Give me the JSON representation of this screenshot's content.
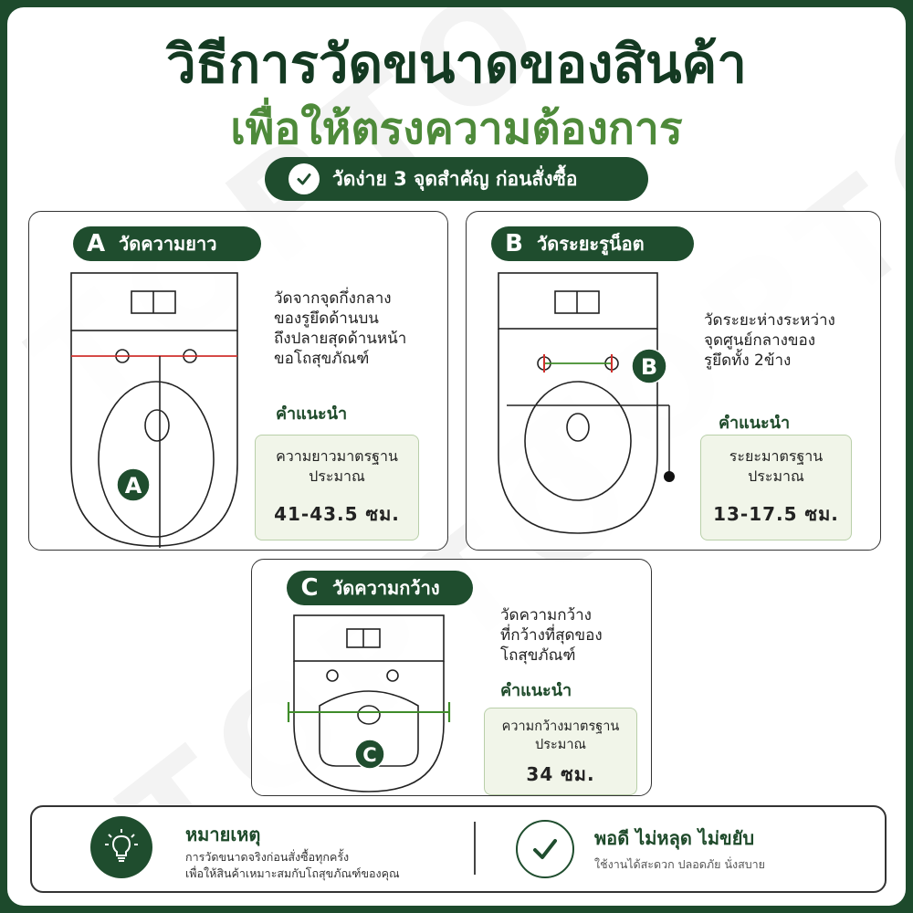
{
  "header": {
    "title": "วิธีการวัดขนาดของสินค้า",
    "subtitle": "เพื่อให้ตรงความต้องการ",
    "pill_text": "วัดง่าย 3 จุดสำคัญ ก่อนสั่งซื้อ",
    "watermark": "TOPTO"
  },
  "panels": [
    {
      "letter": "A",
      "title": "วัดความยาว",
      "description": [
        "วัดจากจุดกึ่งกลาง",
        "ของรูยึดด้านบน",
        "ถึงปลายสุดด้านหน้า",
        "ขอโถสุขภัณฑ์"
      ],
      "tip_heading": "คำแนะนำ",
      "rec_lines": [
        "ความยาวมาตรฐาน",
        "ประมาณ"
      ],
      "rec_value": "41-43.5 ซม."
    },
    {
      "letter": "B",
      "title": "วัดระยะรูน็อต",
      "description": [
        "วัดระยะห่างระหว่าง",
        "จุดศูนย์กลางของ",
        "รูยึดทั้ง 2ข้าง"
      ],
      "tip_heading": "คำแนะนำ",
      "rec_lines": [
        "ระยะมาตรฐาน",
        "ประมาณ"
      ],
      "rec_value": "13-17.5 ซม."
    },
    {
      "letter": "C",
      "title": "วัดความกว้าง",
      "description": [
        "วัดความกว้าง",
        "ที่กว้างที่สุดของ",
        "โถสุขภัณฑ์"
      ],
      "tip_heading": "คำแนะนำ",
      "rec_lines": [
        "ความกว้างมาตรฐาน",
        "ประมาณ"
      ],
      "rec_value": "34 ซม."
    }
  ],
  "footer": {
    "note_title": "หมายเหตุ",
    "note_lines": [
      "การวัดขนาดจริงก่อนสั่งซื้อทุกครั้ง",
      "เพื่อให้สินค้าเหมาะสมกับโถสุขภัณฑ์ของคุณ"
    ],
    "fit_title": "พอดี ไม่หลุด ไม่ขยับ",
    "fit_sub": "ใช้งานได้สะดวก ปลอดภัย นั่งสบาย"
  },
  "colors": {
    "primary_green": "#1f4d2e",
    "accent_green": "#4e8a3a",
    "measure_red": "#d0312d",
    "measure_green": "#3f8c2a"
  },
  "icons": [
    "check-icon",
    "lightbulb-icon",
    "checkmark-circle-icon"
  ]
}
